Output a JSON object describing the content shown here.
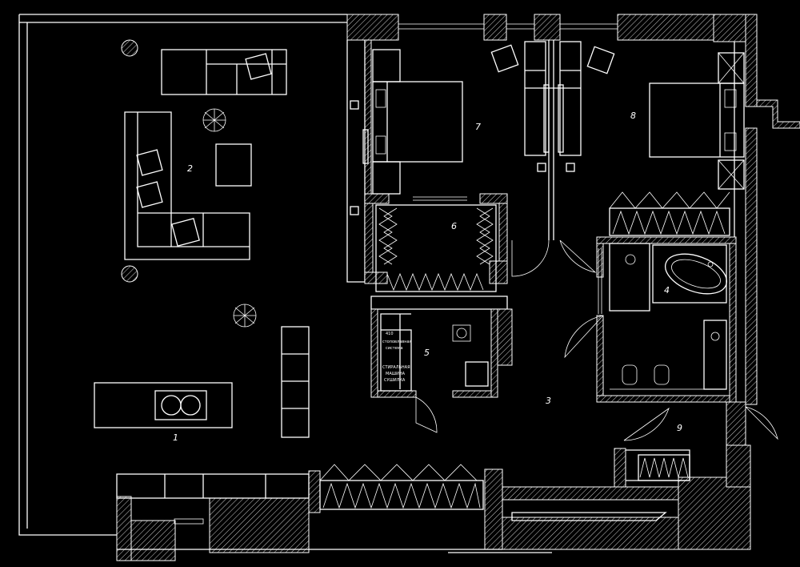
{
  "rooms": [
    {
      "id": "room-1",
      "number": "1"
    },
    {
      "id": "room-2",
      "number": "2"
    },
    {
      "id": "room-3",
      "number": "3"
    },
    {
      "id": "room-4",
      "number": "4"
    },
    {
      "id": "room-5",
      "number": "5"
    },
    {
      "id": "room-6",
      "number": "6"
    },
    {
      "id": "room-7",
      "number": "7"
    },
    {
      "id": "room-8",
      "number": "8"
    },
    {
      "id": "room-9",
      "number": "9"
    }
  ],
  "notes": {
    "code": "410",
    "system_line1": "стоповлавная",
    "system_line2": "система",
    "washer_line1": "СТИРАЛЬНАЯ",
    "washer_line2": "МАШИНА",
    "washer_line3": "СУШИЛКА"
  },
  "colors": {
    "background": "#000000",
    "lines": "#ffffff"
  }
}
